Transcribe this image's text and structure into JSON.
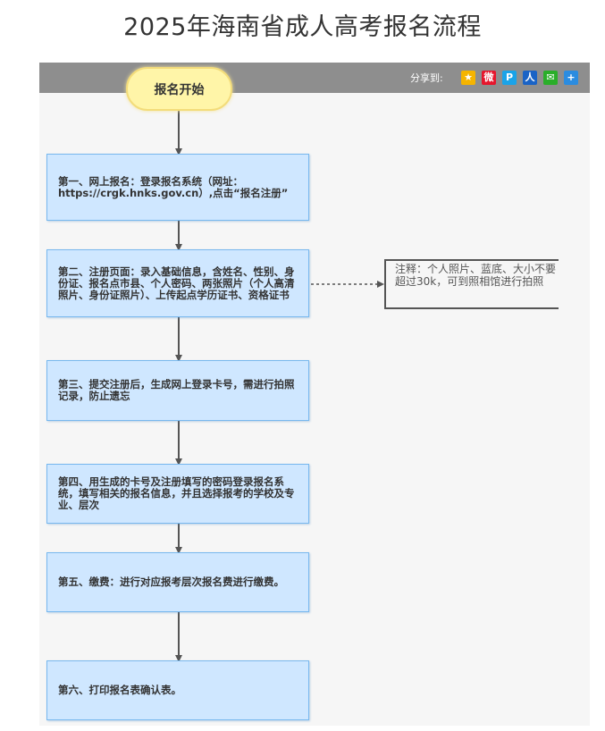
{
  "page": {
    "title": "2025年海南省成人高考报名流程"
  },
  "share": {
    "label": "分享到:",
    "icons": [
      {
        "name": "qzone-icon",
        "glyph": "★",
        "color": "#f5b400"
      },
      {
        "name": "weibo-icon",
        "glyph": "微",
        "color": "#e6162d"
      },
      {
        "name": "tencent-weibo-icon",
        "glyph": "P",
        "color": "#1aa3e8"
      },
      {
        "name": "renren-icon",
        "glyph": "人",
        "color": "#1a63c6"
      },
      {
        "name": "wechat-icon",
        "glyph": "✉",
        "color": "#2aae2a"
      },
      {
        "name": "more-icon",
        "glyph": "+",
        "color": "#2b8ce0"
      }
    ]
  },
  "flow": {
    "start": "报名开始",
    "steps": [
      "第一、网上报名：登录报名系统（网址：https://crgk.hnks.gov.cn）,点击“报名注册”",
      "第二、注册页面：录入基础信息，含姓名、性别、身份证、报名点市县、个人密码、两张照片（个人高清照片、身份证照片）、上传起点学历证书、资格证书",
      "第三、提交注册后，生成网上登录卡号，需进行拍照记录，防止遗忘",
      "第四、用生成的卡号及注册填写的密码登录报名系统，填写相关的报名信息，并且选择报考的学校及专业、层次",
      "第五、缴费：进行对应报考层次报名费进行缴费。",
      "第六、打印报名表确认表。"
    ],
    "note": "注释：个人照片、蓝底、大小不要超过30k，可到照相馆进行拍照"
  }
}
